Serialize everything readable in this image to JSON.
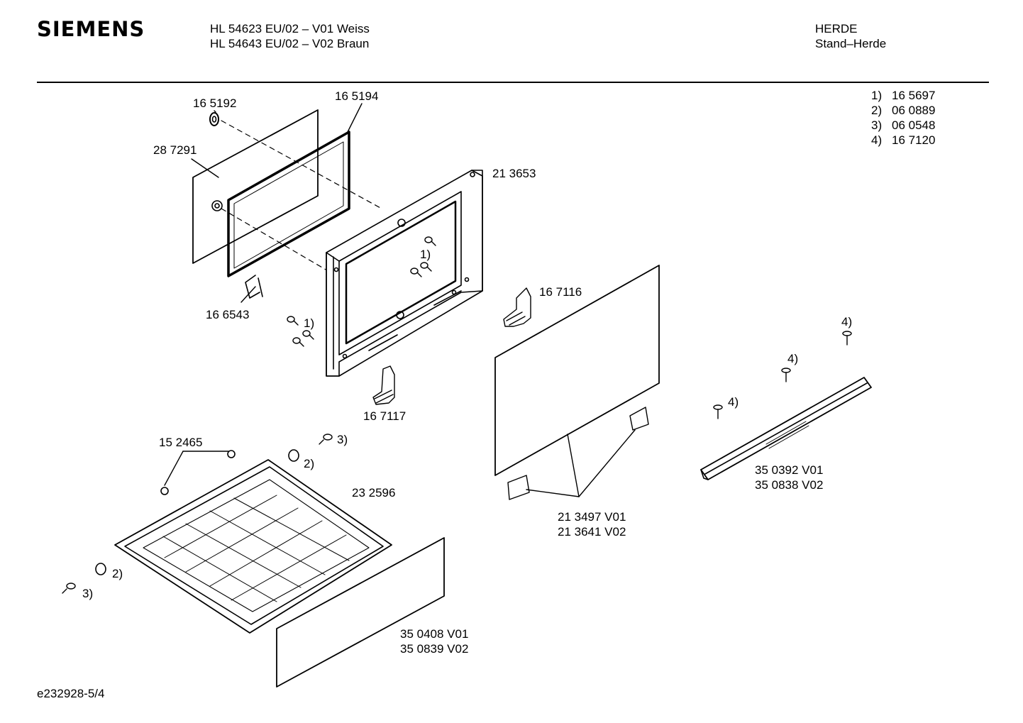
{
  "header": {
    "brand": "SIEMENS",
    "model_line_1": "HL 54623 EU/02 – V01 Weiss",
    "model_line_2": "HL 54643 EU/02 – V02 Braun",
    "category_1": "HERDE",
    "category_2": "Stand–Herde"
  },
  "footnotes": [
    {
      "ref": "1)",
      "part": "16 5697"
    },
    {
      "ref": "2)",
      "part": "06 0889"
    },
    {
      "ref": "3)",
      "part": "06 0548"
    },
    {
      "ref": "4)",
      "part": "16 7120"
    }
  ],
  "parts": {
    "p165192": "16 5192",
    "p165194": "16 5194",
    "p287291": "28 7291",
    "p213653": "21 3653",
    "p166543": "16 6543",
    "p167116": "16 7116",
    "p167117": "16 7117",
    "p152465": "15 2465",
    "p232596": "23 2596",
    "p213497": "21 3497 V01",
    "p213641": "21 3641 V02",
    "p350392": "35 0392 V01",
    "p350838": "35 0838 V02",
    "p350408": "35 0408 V01",
    "p350839": "35 0839 V02"
  },
  "refs": {
    "r1": "1)",
    "r2": "2)",
    "r3": "3)",
    "r4": "4)"
  },
  "footer": {
    "drawing_id": "e232928-5/4"
  }
}
